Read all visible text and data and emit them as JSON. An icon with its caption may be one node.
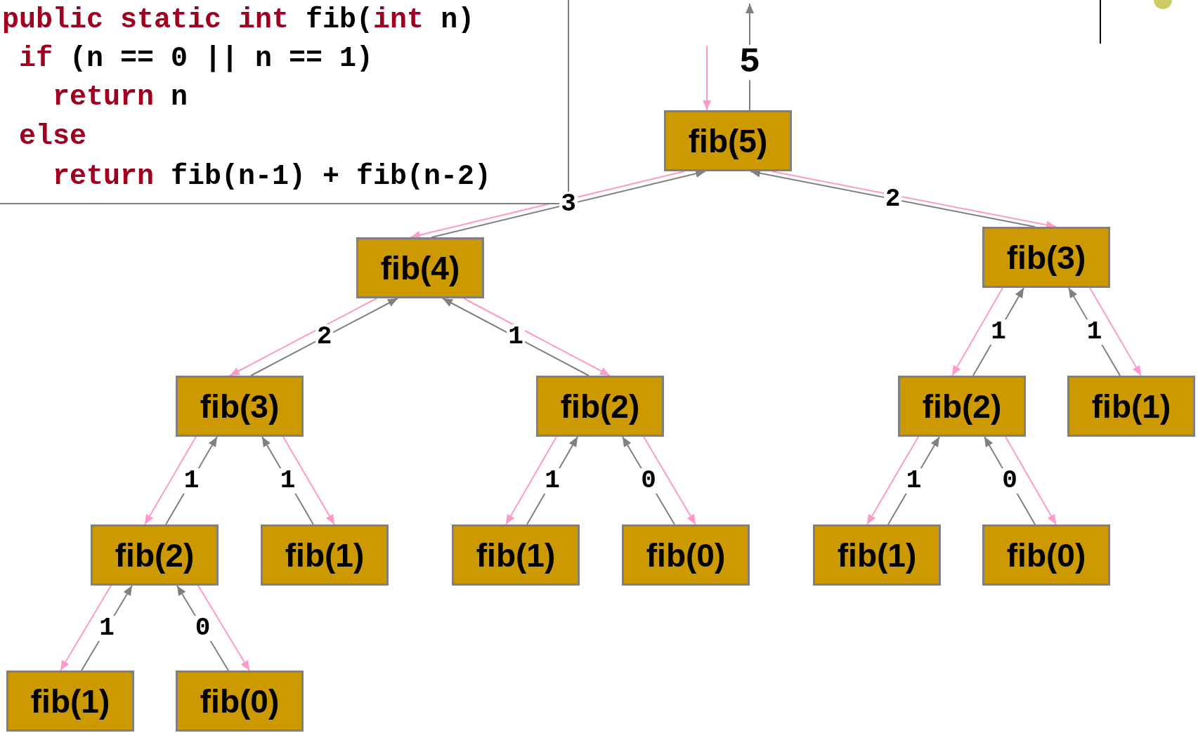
{
  "diagram": {
    "nodes": [
      {
        "text": [
          "fib(5)"
        ]
      },
      {
        "text": [
          "fib(4)"
        ]
      },
      {
        "text": [
          "fib(3)"
        ]
      },
      {
        "text": [
          "fib(3)"
        ]
      },
      {
        "text": [
          "fib(2)"
        ]
      },
      {
        "text": [
          "fib(2)"
        ]
      },
      {
        "text": [
          "fib(1)"
        ]
      },
      {
        "text": [
          "fib(2)"
        ]
      },
      {
        "text": [
          "fib(1)"
        ]
      },
      {
        "text": [
          "fib(1)"
        ]
      },
      {
        "text": [
          "fib(0)"
        ]
      },
      {
        "text": [
          "fib(1)"
        ]
      },
      {
        "text": [
          "fib(0)"
        ]
      },
      {
        "text": [
          "fib(1)"
        ]
      },
      {
        "text": [
          "fib(0)"
        ]
      },
      {
        "text": [
          "**public static int** fib(**int** n)",
          "**if** (n == 0 || n == 1)",
          "**return** n",
          "**else**",
          "**return** fib(n-1) + fib(n-2)"
        ]
      }
    ],
    "edges": [
      {
        "from": null,
        "to": 0,
        "arrow": "to",
        "color": "#ff99cc"
      },
      {
        "from": 0,
        "to": null,
        "arrow": "to",
        "label": "5",
        "color": "#808080"
      },
      {
        "from": 0,
        "to": 1,
        "arrow": "to",
        "color": "#ff99cc"
      },
      {
        "from": 1,
        "to": 0,
        "arrow": "to",
        "label": "3",
        "color": "#808080"
      },
      {
        "from": 0,
        "to": 2,
        "arrow": "to",
        "color": "#ff99cc"
      },
      {
        "from": 2,
        "to": 0,
        "arrow": "to",
        "label": "2",
        "color": "#808080"
      },
      {
        "from": 1,
        "to": 3,
        "arrow": "to",
        "color": "#ff99cc"
      },
      {
        "from": 3,
        "to": 1,
        "arrow": "to",
        "label": "2",
        "color": "#808080"
      },
      {
        "from": 1,
        "to": 4,
        "arrow": "to",
        "color": "#ff99cc"
      },
      {
        "from": 4,
        "to": 1,
        "arrow": "to",
        "label": "1",
        "color": "#808080"
      },
      {
        "from": 2,
        "to": 5,
        "arrow": "to",
        "color": "#ff99cc"
      },
      {
        "from": 5,
        "to": 2,
        "arrow": "to",
        "label": "1",
        "color": "#808080"
      },
      {
        "from": 2,
        "to": 6,
        "arrow": "to",
        "color": "#ff99cc"
      },
      {
        "from": 6,
        "to": 2,
        "arrow": "to",
        "label": "1",
        "color": "#808080"
      },
      {
        "from": 3,
        "to": 7,
        "arrow": "to",
        "color": "#ff99cc"
      },
      {
        "from": 7,
        "to": 3,
        "arrow": "to",
        "label": "1",
        "color": "#808080"
      },
      {
        "from": 3,
        "to": 8,
        "arrow": "to",
        "color": "#ff99cc"
      },
      {
        "from": 8,
        "to": 3,
        "arrow": "to",
        "label": "1",
        "color": "#808080"
      },
      {
        "from": 4,
        "to": 9,
        "arrow": "to",
        "color": "#ff99cc"
      },
      {
        "from": 9,
        "to": 4,
        "arrow": "to",
        "label": "1",
        "color": "#808080"
      },
      {
        "from": 4,
        "to": 10,
        "arrow": "to",
        "color": "#ff99cc"
      },
      {
        "from": 10,
        "to": 4,
        "arrow": "to",
        "label": "0",
        "color": "#808080"
      },
      {
        "from": 5,
        "to": 11,
        "arrow": "to",
        "color": "#ff99cc"
      },
      {
        "from": 11,
        "to": 5,
        "arrow": "to",
        "label": "1",
        "color": "#808080"
      },
      {
        "from": 5,
        "to": 12,
        "arrow": "to",
        "color": "#ff99cc"
      },
      {
        "from": 12,
        "to": 5,
        "arrow": "to",
        "label": "0",
        "color": "#808080"
      },
      {
        "from": 7,
        "to": 13,
        "arrow": "to",
        "color": "#ff99cc"
      },
      {
        "from": 13,
        "to": 7,
        "arrow": "to",
        "label": "1",
        "color": "#808080"
      },
      {
        "from": 7,
        "to": 14,
        "arrow": "to",
        "color": "#ff99cc"
      },
      {
        "from": 14,
        "to": 7,
        "arrow": "to",
        "label": "0",
        "color": "#808080"
      }
    ]
  }
}
